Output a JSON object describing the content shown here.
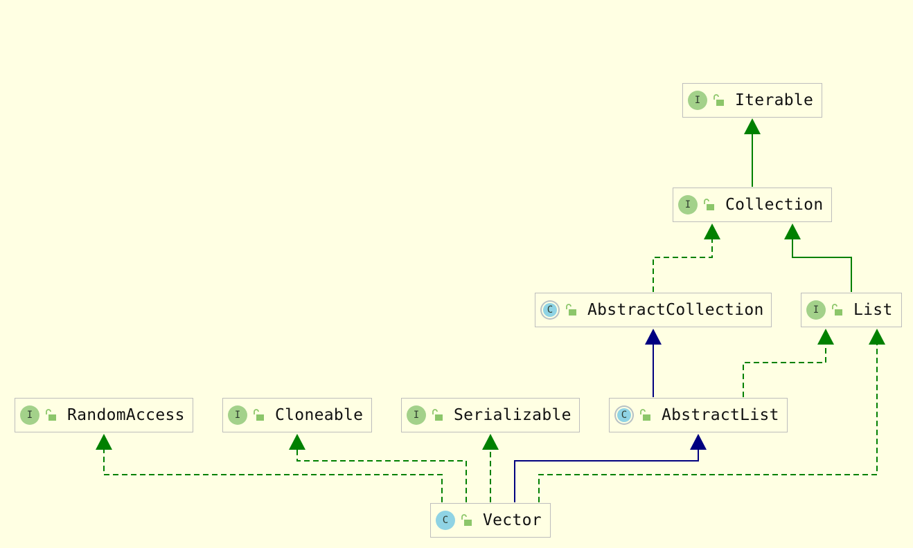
{
  "diagram": {
    "nodes": [
      {
        "id": "iterable",
        "label": "Iterable",
        "kind": "interface",
        "badge": "I"
      },
      {
        "id": "collection",
        "label": "Collection",
        "kind": "interface",
        "badge": "I"
      },
      {
        "id": "abstract_collection",
        "label": "AbstractCollection",
        "kind": "abstract-class",
        "badge": "C"
      },
      {
        "id": "list",
        "label": "List",
        "kind": "interface",
        "badge": "I"
      },
      {
        "id": "random_access",
        "label": "RandomAccess",
        "kind": "interface",
        "badge": "I"
      },
      {
        "id": "cloneable",
        "label": "Cloneable",
        "kind": "interface",
        "badge": "I"
      },
      {
        "id": "serializable",
        "label": "Serializable",
        "kind": "interface",
        "badge": "I"
      },
      {
        "id": "abstract_list",
        "label": "AbstractList",
        "kind": "abstract-class",
        "badge": "C"
      },
      {
        "id": "vector",
        "label": "Vector",
        "kind": "class",
        "badge": "C"
      }
    ],
    "edges": [
      {
        "from": "collection",
        "to": "iterable",
        "type": "extends"
      },
      {
        "from": "abstract_collection",
        "to": "collection",
        "type": "implements"
      },
      {
        "from": "list",
        "to": "collection",
        "type": "extends"
      },
      {
        "from": "abstract_list",
        "to": "abstract_collection",
        "type": "class-extends"
      },
      {
        "from": "abstract_list",
        "to": "list",
        "type": "implements"
      },
      {
        "from": "vector",
        "to": "random_access",
        "type": "implements"
      },
      {
        "from": "vector",
        "to": "cloneable",
        "type": "implements"
      },
      {
        "from": "vector",
        "to": "serializable",
        "type": "implements"
      },
      {
        "from": "vector",
        "to": "abstract_list",
        "type": "class-extends"
      },
      {
        "from": "vector",
        "to": "list",
        "type": "implements"
      }
    ],
    "colors": {
      "background": "#FFFFE3",
      "interface_edge": "#008000",
      "class_edge": "#000080",
      "node_border": "#BDBDBD",
      "interface_badge": "#A3D18A",
      "class_badge": "#8FD3E4",
      "lock": "#8CC66A"
    },
    "icons": {
      "lock": "unlocked-lock-icon"
    }
  }
}
